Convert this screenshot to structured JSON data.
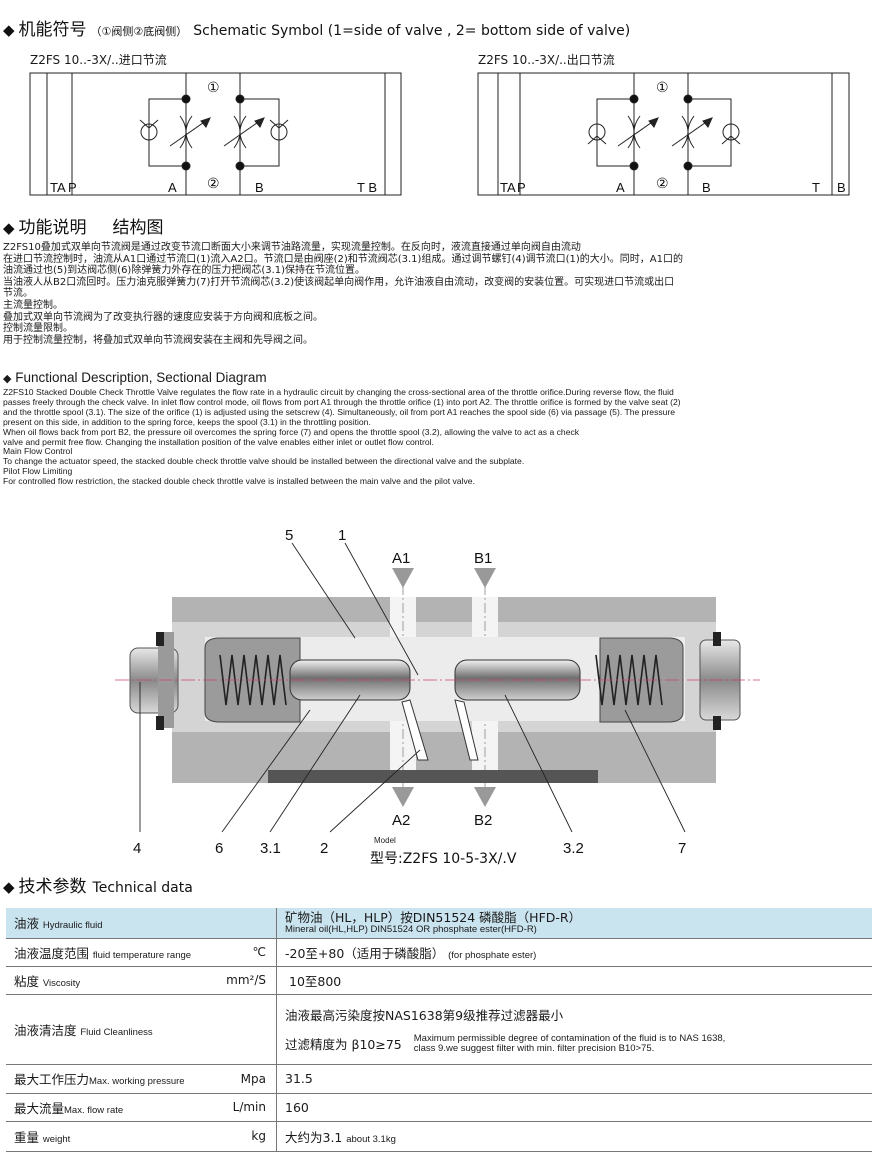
{
  "schematic": {
    "title_cn": "机能符号",
    "title_note": "（①阀侧②底阀侧）",
    "title_en": "Schematic Symbol (1=side of valve , 2= bottom side of valve)",
    "left_label": "Z2FS 10..-3X/..进口节流",
    "right_label": "Z2FS 10..-3X/..出口节流",
    "port_ta": "TA",
    "port_p": "P",
    "port_a": "A",
    "port_b": "B",
    "port_t": "T",
    "port_tb": "T B",
    "marker_1": "①",
    "marker_2": "②"
  },
  "function": {
    "title_cn": "功能说明",
    "title_cn2": "结构图",
    "cn_lines": [
      "    Z2FS10叠加式双单向节流阀是通过改变节流口断面大小来调节油路流量，实现流量控制。在反向时，液流直接通过单向阀自由流动",
      "    在进口节流控制时，油流从A1口通过节流口(1)流入A2口。节流口是由阀座(2)和节流阀芯(3.1)组成。通过调节螺钉(4)调节流口(1)的大小。同时，A1口的",
      "油流通过也(5)到达阀芯侧(6)除弹簧力外存在的压力把阀芯(3.1)保持在节流位置。",
      "    当油液人从B2口流回时。压力油克服弹簧力(7)打开节流阀芯(3.2)使该阀起单向阀作用，允许油液自由流动，改变阀的安装位置。可实现进口节流或出口",
      "节流。",
      "    主流量控制。",
      "    叠加式双单向节流阀为了改变执行器的速度应安装于方向阀和底板之间。",
      "    控制流量限制。",
      "    用于控制流量控制，将叠加式双单向节流阀安装在主阀和先导阀之间。"
    ],
    "title_en": "Functional Description, Sectional Diagram",
    "en_lines": [
      "Z2FS10 Stacked Double Check Throttle Valve regulates the flow rate in a hydraulic circuit by changing the cross-sectional area of the throttle orifice.During reverse flow, the fluid",
      "passes freely through the check valve. In inlet flow control mode, oil flows from port A1 through the throttle orifice (1) into port A2. The throttle orifice is formed by the valve seat (2)",
      " and the throttle spool (3.1). The size of the orifice (1) is adjusted using the setscrew (4). Simultaneously, oil from port A1 reaches the spool side (6) via passage (5). The pressure",
      "present on this side, in addition to the spring force, keeps the spool (3.1) in the throttling position.",
      "When oil flows back from port B2, the pressure oil overcomes the spring force (7) and opens the throttle spool (3.2), allowing the valve to act as a check",
      "valve and permit free flow. Changing the installation position of the valve enables either inlet or outlet flow control.",
      "Main Flow Control",
      "To change the actuator speed, the stacked double check throttle valve should be installed between the directional valve and the subplate.",
      "Pilot Flow Limiting",
      "For controlled flow restriction, the stacked double check throttle valve is installed between the main valve and the pilot valve."
    ]
  },
  "section": {
    "callouts": {
      "c5": "5",
      "c1": "1",
      "c4": "4",
      "c6": "6",
      "c31": "3.1",
      "c2": "2",
      "c32": "3.2",
      "c7": "7"
    },
    "ports": {
      "a1": "A1",
      "b1": "B1",
      "a2": "A2",
      "b2": "B2"
    },
    "model_en": "Model",
    "model_cn": "型号:Z2FS 10-5-3X/.V"
  },
  "tech": {
    "title_cn": "技术参数",
    "title_en": "Technical data",
    "rows": {
      "fluid": {
        "label_cn": "油液",
        "label_en": "Hydraulic fluid",
        "value_cn": "矿物油（HL，HLP）按DIN51524        磷酸脂（HFD-R）",
        "value_en": "Mineral oil(HL,HLP) DIN51524 OR phosphate ester(HFD-R)"
      },
      "temp": {
        "label_cn": "油液温度范围",
        "label_en": "fluid temperature range",
        "unit": "℃",
        "value_cn": "-20至+80（适用于磷酸脂）",
        "value_en": "(for phosphate ester)"
      },
      "visc": {
        "label_cn": "粘度",
        "label_en": "Viscosity",
        "unit": "mm²/S",
        "value": "10至800"
      },
      "clean": {
        "label_cn": "油液清洁度",
        "label_en": "Fluid Cleanliness",
        "value_cn1": "油液最高污染度按NAS1638第9级推荐过滤器最小",
        "value_cn2": "过滤精度为 β10≥75",
        "value_en1": "Maximum permissible degree of contamination of the fluid is to NAS 1638,",
        "value_en2": "class 9.we  suggest  filter  with  min. filter precision  B10>75."
      },
      "pressure": {
        "label_cn": "最大工作压力",
        "label_en": "Max. working pressure",
        "unit": "Mpa",
        "value": "31.5"
      },
      "flow": {
        "label_cn": "最大流量",
        "label_en": "Max. flow rate",
        "unit": "L/min",
        "value": "160"
      },
      "weight": {
        "label_cn": "重量",
        "label_en": "weight",
        "unit": "kg",
        "value_cn": "大约为3.1",
        "value_en": "about 3.1kg"
      }
    }
  }
}
